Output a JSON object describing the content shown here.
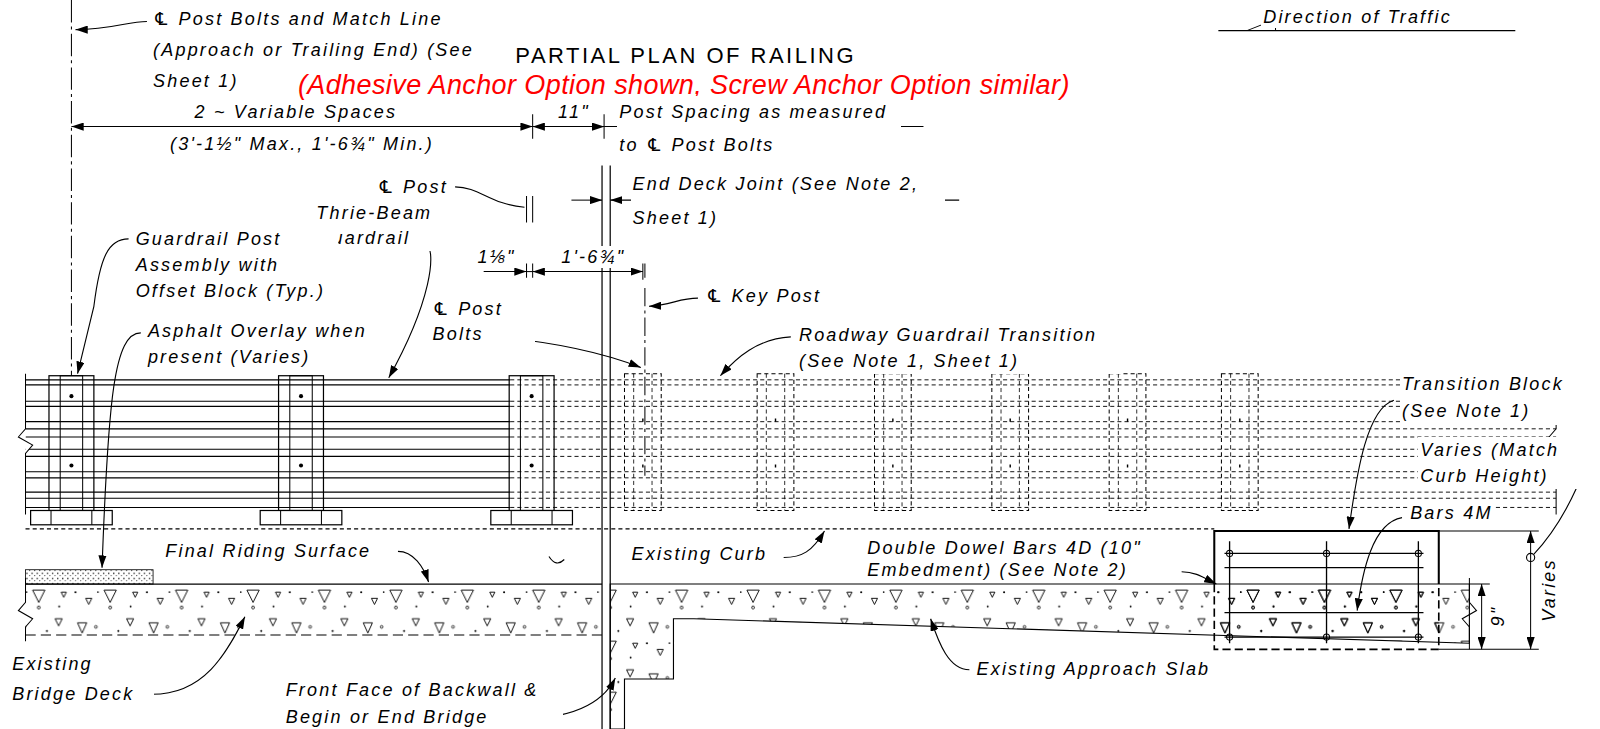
{
  "diagram": {
    "title": "PARTIAL PLAN OF RAILING",
    "labels": [
      "℄ Post Bolts and Match Line (Approach or Trailing End) (See Sheet 1)",
      "Direction of Traffic",
      "(Adhesive Anchor Option shown, Screw Anchor Option similar)",
      "2 ~ Variable Spaces",
      "(3'-1½\" Max., 1'-6¾\" Min.)",
      "11\"",
      "Post Spacing as measured to ℄ Post Bolts",
      "℄ Post",
      "Thrie-Beam Guardrail",
      "End Deck Joint (See Note 2, Sheet 1)",
      "Guardrail Post Assembly with Offset Block (Typ.)",
      "1⅛\"",
      "1'-6¾\"",
      "℄ Key Post",
      "℄ Post Bolts",
      "Asphalt Overlay when present (Varies)",
      "Roadway Guardrail Transition (See Note 1, Sheet 1)",
      "Transition Block (See Note 1)",
      "Varies (Match Curb Height)",
      "Bars 4M",
      "Final Riding Surface",
      "Existing Curb",
      "Double Dowel Bars 4D (10\" Embedment) (See Note 2)",
      "9\"",
      "Varies",
      "Existing Bridge Deck",
      "Front Face of Backwall & Begin or End Bridge",
      "Existing Approach Slab"
    ]
  }
}
